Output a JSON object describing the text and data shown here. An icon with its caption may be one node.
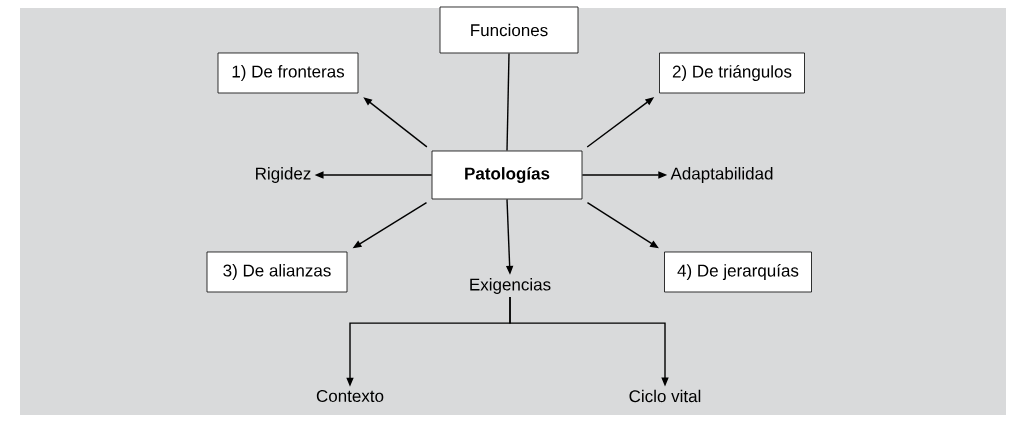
{
  "diagram": {
    "nodes": [
      {
        "text": [
          "Patologías"
        ]
      },
      {
        "text": [
          "Funciones"
        ]
      },
      {
        "text": [
          "1) De fronteras"
        ]
      },
      {
        "text": [
          "2) De triángulos"
        ]
      },
      {
        "text": [
          "Rigidez"
        ]
      },
      {
        "text": [
          "Adaptabilidad"
        ]
      },
      {
        "text": [
          "3) De alianzas"
        ]
      },
      {
        "text": [
          "Exigencias"
        ]
      },
      {
        "text": [
          "4) De jerarquías"
        ]
      },
      {
        "text": [
          "Contexto"
        ]
      },
      {
        "text": [
          "Ciclo vital"
        ]
      }
    ],
    "edges": [
      {
        "from": 1,
        "to": 0,
        "arrow": "none"
      },
      {
        "from": 0,
        "to": 2,
        "arrow": "to"
      },
      {
        "from": 0,
        "to": 3,
        "arrow": "to"
      },
      {
        "from": 0,
        "to": 4,
        "arrow": "to"
      },
      {
        "from": 0,
        "to": 5,
        "arrow": "to"
      },
      {
        "from": 0,
        "to": 6,
        "arrow": "to"
      },
      {
        "from": 0,
        "to": 7,
        "arrow": "to"
      },
      {
        "from": 0,
        "to": 8,
        "arrow": "to"
      },
      {
        "from": 7,
        "to": 9,
        "arrow": "to"
      },
      {
        "from": 7,
        "to": 10,
        "arrow": "to"
      }
    ]
  }
}
